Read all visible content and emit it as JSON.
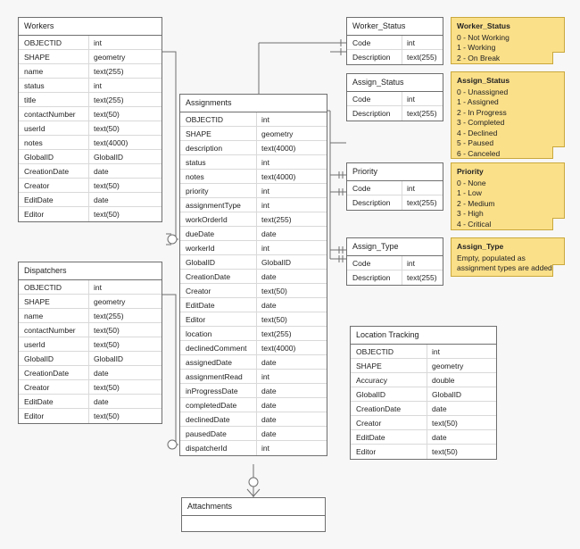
{
  "entities": [
    {
      "id": "workers",
      "title": "Workers",
      "rows": [
        [
          "OBJECTID",
          "int"
        ],
        [
          "SHAPE",
          "geometry"
        ],
        [
          "name",
          "text(255)"
        ],
        [
          "status",
          "int"
        ],
        [
          "title",
          "text(255)"
        ],
        [
          "contactNumber",
          "text(50)"
        ],
        [
          "userId",
          "text(50)"
        ],
        [
          "notes",
          "text(4000)"
        ],
        [
          "GlobalID",
          "GlobalID"
        ],
        [
          "CreationDate",
          "date"
        ],
        [
          "Creator",
          "text(50)"
        ],
        [
          "EditDate",
          "date"
        ],
        [
          "Editor",
          "text(50)"
        ]
      ]
    },
    {
      "id": "dispatchers",
      "title": "Dispatchers",
      "rows": [
        [
          "OBJECTID",
          "int"
        ],
        [
          "SHAPE",
          "geometry"
        ],
        [
          "name",
          "text(255)"
        ],
        [
          "contactNumber",
          "text(50)"
        ],
        [
          "userId",
          "text(50)"
        ],
        [
          "GlobalID",
          "GlobalID"
        ],
        [
          "CreationDate",
          "date"
        ],
        [
          "Creator",
          "text(50)"
        ],
        [
          "EditDate",
          "date"
        ],
        [
          "Editor",
          "text(50)"
        ]
      ]
    },
    {
      "id": "assignments",
      "title": "Assignments",
      "rows": [
        [
          "OBJECTID",
          "int"
        ],
        [
          "SHAPE",
          "geometry"
        ],
        [
          "description",
          "text(4000)"
        ],
        [
          "status",
          "int"
        ],
        [
          "notes",
          "text(4000)"
        ],
        [
          "priority",
          "int"
        ],
        [
          "assignmentType",
          "int"
        ],
        [
          "workOrderId",
          "text(255)"
        ],
        [
          "dueDate",
          "date"
        ],
        [
          "workerId",
          "int"
        ],
        [
          "GlobalID",
          "GlobalID"
        ],
        [
          "CreationDate",
          "date"
        ],
        [
          "Creator",
          "text(50)"
        ],
        [
          "EditDate",
          "date"
        ],
        [
          "Editor",
          "text(50)"
        ],
        [
          "location",
          "text(255)"
        ],
        [
          "declinedComment",
          "text(4000)"
        ],
        [
          "assignedDate",
          "date"
        ],
        [
          "assignmentRead",
          "int"
        ],
        [
          "inProgressDate",
          "date"
        ],
        [
          "completedDate",
          "date"
        ],
        [
          "declinedDate",
          "date"
        ],
        [
          "pausedDate",
          "date"
        ],
        [
          "dispatcherId",
          "int"
        ]
      ]
    },
    {
      "id": "worker_status",
      "title": "Worker_Status",
      "rows": [
        [
          "Code",
          "int"
        ],
        [
          "Description",
          "text(255)"
        ]
      ]
    },
    {
      "id": "assign_status",
      "title": "Assign_Status",
      "rows": [
        [
          "Code",
          "int"
        ],
        [
          "Description",
          "text(255)"
        ]
      ]
    },
    {
      "id": "priority",
      "title": "Priority",
      "rows": [
        [
          "Code",
          "int"
        ],
        [
          "Description",
          "text(255)"
        ]
      ]
    },
    {
      "id": "assign_type",
      "title": "Assign_Type",
      "rows": [
        [
          "Code",
          "int"
        ],
        [
          "Description",
          "text(255)"
        ]
      ]
    },
    {
      "id": "location_tracking",
      "title": "Location Tracking",
      "rows": [
        [
          "OBJECTID",
          "int"
        ],
        [
          "SHAPE",
          "geometry"
        ],
        [
          "Accuracy",
          "double"
        ],
        [
          "GlobalID",
          "GlobalID"
        ],
        [
          "CreationDate",
          "date"
        ],
        [
          "Creator",
          "text(50)"
        ],
        [
          "EditDate",
          "date"
        ],
        [
          "Editor",
          "text(50)"
        ]
      ]
    },
    {
      "id": "attachments",
      "title": "Attachments",
      "rows": []
    }
  ],
  "notes": [
    {
      "id": "note_worker_status",
      "title": "Worker_Status",
      "lines": [
        "0 - Not Working",
        "1 - Working",
        "2 - On Break"
      ]
    },
    {
      "id": "note_assign_status",
      "title": "Assign_Status",
      "lines": [
        "0 - Unassigned",
        "1 - Assigned",
        "2 - In Progress",
        "3 - Completed",
        "4 - Declined",
        "5 - Paused",
        "6 - Canceled"
      ]
    },
    {
      "id": "note_priority",
      "title": "Priority",
      "lines": [
        "0 - None",
        "1 - Low",
        "2 - Medium",
        "3 - High",
        "4 - Critical"
      ]
    },
    {
      "id": "note_assign_type",
      "title": "Assign_Type",
      "lines": [
        "Empty, populated as",
        "assignment types are added"
      ]
    }
  ],
  "colors": {
    "note_bg": "#fbe08a",
    "note_border": "#c9a83c",
    "entity_border": "#6f6f6f",
    "background": "#f7f7f7"
  }
}
